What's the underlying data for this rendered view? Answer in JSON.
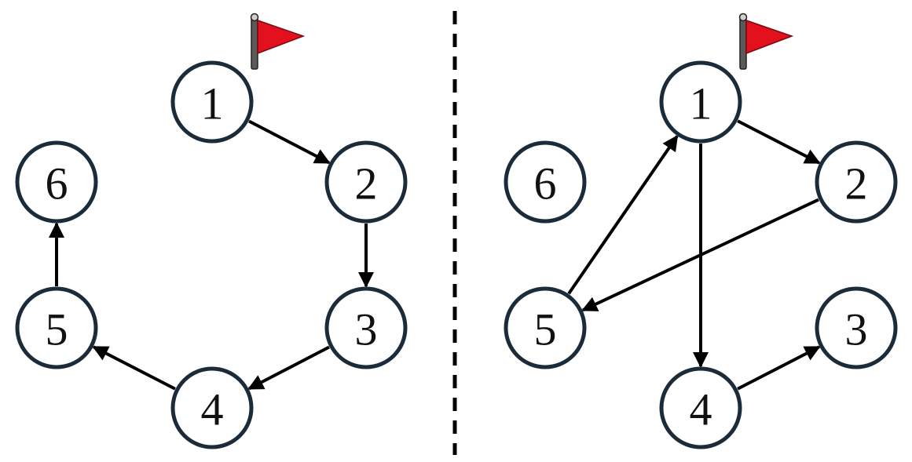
{
  "colors": {
    "node_stroke": "#1c2b3a",
    "edge": "#000000",
    "flag": "#e3101d",
    "divider": "#000000"
  },
  "panels": [
    {
      "name": "left",
      "nodes": [
        {
          "id": "1",
          "label": "1",
          "flag": true
        },
        {
          "id": "2",
          "label": "2"
        },
        {
          "id": "3",
          "label": "3"
        },
        {
          "id": "4",
          "label": "4"
        },
        {
          "id": "5",
          "label": "5"
        },
        {
          "id": "6",
          "label": "6"
        }
      ],
      "edges": [
        {
          "from": "1",
          "to": "2"
        },
        {
          "from": "2",
          "to": "3"
        },
        {
          "from": "3",
          "to": "4"
        },
        {
          "from": "4",
          "to": "5"
        },
        {
          "from": "5",
          "to": "6"
        }
      ]
    },
    {
      "name": "right",
      "nodes": [
        {
          "id": "1",
          "label": "1",
          "flag": true
        },
        {
          "id": "2",
          "label": "2"
        },
        {
          "id": "3",
          "label": "3"
        },
        {
          "id": "4",
          "label": "4"
        },
        {
          "id": "5",
          "label": "5"
        },
        {
          "id": "6",
          "label": "6"
        }
      ],
      "edges": [
        {
          "from": "1",
          "to": "2"
        },
        {
          "from": "2",
          "to": "5"
        },
        {
          "from": "5",
          "to": "1"
        },
        {
          "from": "1",
          "to": "4"
        },
        {
          "from": "4",
          "to": "3"
        }
      ]
    }
  ]
}
